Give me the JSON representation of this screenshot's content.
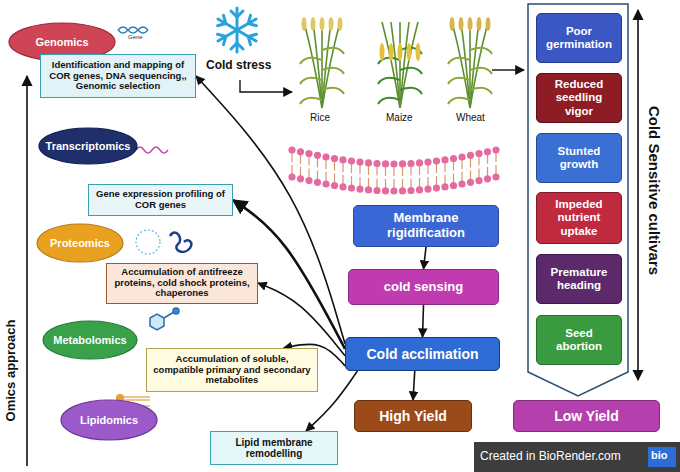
{
  "diagram": {
    "nodes": [
      {
        "text": [
          "Genomics"
        ]
      },
      {
        "text": [
          "Identification and mapping of COR genes, DNA sequencing,, Genomic selection"
        ]
      },
      {
        "text": [
          "Transcriptomics"
        ]
      },
      {
        "text": [
          "Gene expression profiling of COR genes"
        ]
      },
      {
        "text": [
          "Proteomics"
        ]
      },
      {
        "text": [
          "Accumulation of antifreeze proteins, cold shock proteins, chaperones"
        ]
      },
      {
        "text": [
          "Metabolomics"
        ]
      },
      {
        "text": [
          "Accumulation of soluble, compatible primary and secondary metabolites"
        ]
      },
      {
        "text": [
          "Lipidomics"
        ]
      },
      {
        "text": [
          "Lipid membrane remodelling"
        ]
      },
      {
        "text": [
          "Membrane rigidification"
        ]
      },
      {
        "text": [
          "cold sensing"
        ]
      },
      {
        "text": [
          "Cold acclimation"
        ]
      },
      {
        "text": [
          "High Yield"
        ]
      },
      {
        "text": [
          "Low Yield"
        ]
      },
      {
        "text": [
          "Poor germination"
        ]
      },
      {
        "text": [
          "Reduced seedling vigor"
        ]
      },
      {
        "text": [
          "Stunted growth"
        ]
      },
      {
        "text": [
          "Impeded nutrient uptake"
        ]
      },
      {
        "text": [
          "Premature heading"
        ]
      },
      {
        "text": [
          "Seed abortion"
        ]
      }
    ],
    "edges": [
      {
        "from": 10,
        "to": 11,
        "arrow": "to"
      },
      {
        "from": 11,
        "to": 12,
        "arrow": "to"
      },
      {
        "from": 12,
        "to": 13,
        "arrow": "to"
      },
      {
        "from": 12,
        "to": 1,
        "arrow": "to"
      },
      {
        "from": 12,
        "to": 3,
        "arrow": "to"
      },
      {
        "from": 12,
        "to": 5,
        "arrow": "to"
      },
      {
        "from": 12,
        "to": 7,
        "arrow": "to"
      },
      {
        "from": 12,
        "to": 9,
        "arrow": "to"
      }
    ],
    "labels": [
      "Cold stress",
      "Rice",
      "Maize",
      "Wheat",
      "Gene",
      "Omics approach",
      "Cold Sensitive cultivars",
      "Created in BioRender.com",
      "bio"
    ]
  }
}
